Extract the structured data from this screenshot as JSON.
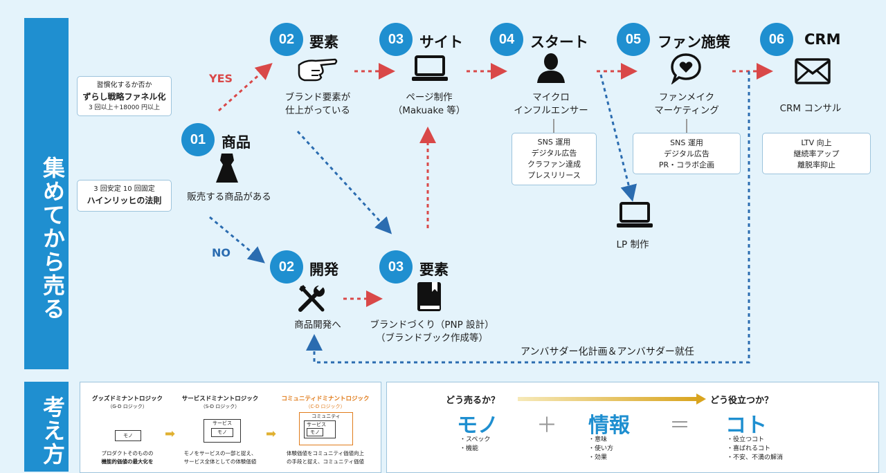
{
  "side": {
    "top": "集めてから売る",
    "bottom": "考え方"
  },
  "left_boxes": {
    "box1": {
      "small": "習慣化するか否か",
      "bold": "ずらし戦略ファネル化",
      "tiny": "3 回以上＋18000 円以上"
    },
    "box2": {
      "small": "3 回安定 10 回固定",
      "bold": "ハインリッヒの法則"
    }
  },
  "nodes": {
    "n01": {
      "num": "01",
      "title": "商品",
      "caption": "販売する商品がある",
      "icon": "dress-icon"
    },
    "n02a": {
      "num": "02",
      "title": "要素",
      "caption1": "ブランド要素が",
      "caption2": "仕上がっている",
      "icon": "pointing-hand-icon"
    },
    "n03a": {
      "num": "03",
      "title": "サイト",
      "caption1": "ページ制作",
      "caption2": "（Makuake 等）",
      "icon": "laptop-icon"
    },
    "n04": {
      "num": "04",
      "title": "スタート",
      "caption1": "マイクロ",
      "caption2": "インフルエンサー",
      "icon": "person-icon"
    },
    "n05": {
      "num": "05",
      "title": "ファン施策",
      "caption1": "ファンメイク",
      "caption2": "マーケティング",
      "icon": "heart-bubble-icon"
    },
    "n06": {
      "num": "06",
      "title": "CRM",
      "caption": "CRM コンサル",
      "icon": "mail-icon"
    },
    "n02b": {
      "num": "02",
      "title": "開発",
      "caption": "商品開発へ",
      "icon": "tools-icon"
    },
    "n03b": {
      "num": "03",
      "title": "要素",
      "caption1": "ブランドづくり（PNP 設計）",
      "caption2": "（ブランドブック作成等）",
      "icon": "book-icon"
    },
    "lp": {
      "caption": "LP 制作",
      "icon": "laptop-icon"
    }
  },
  "info_boxes": {
    "b04": [
      "SNS 運用",
      "デジタル広告",
      "クラファン達成",
      "プレスリリース"
    ],
    "b05": [
      "SNS 運用",
      "デジタル広告",
      "PR・コラボ企画"
    ],
    "b06": [
      "LTV 向上",
      "継続率アップ",
      "離脱率抑止"
    ]
  },
  "labels": {
    "yes": "YES",
    "no": "NO",
    "ambassador": "アンバサダー化計画＆アンバサダー就任"
  },
  "bottom_left": {
    "col1": {
      "title": "グッズドミナントロジック",
      "sub": "（G-D ロジック）",
      "box": "モノ",
      "t1": "プロダクトそのものの",
      "t2": "機能的価値の最大化を"
    },
    "col2": {
      "title": "サービスドミナントロジック",
      "sub": "（S-D ロジック）",
      "outer": "サービス",
      "inner": "モノ",
      "t1": "モノをサービスの一部と捉え、",
      "t2": "サービス全体としての体験価値"
    },
    "col3": {
      "title": "コミュニティドミナントロジック",
      "sub": "（C-D ロジック）",
      "outer": "コミュニティ",
      "mid": "サービス",
      "inner": "モノ",
      "t1": "体験価値をコミュニティ価値向上",
      "t2": "の手段と捉え、コミュニティ価値"
    }
  },
  "bottom_right": {
    "q1": "どう売るか？",
    "q2": "どう役立つか？",
    "w1": "モノ",
    "plus": "＋",
    "w2": "情報",
    "eq": "＝",
    "w3": "コト",
    "l1": [
      "・スペック",
      "・機能"
    ],
    "l2": [
      "・意味",
      "・使い方",
      "・効果"
    ],
    "l3": [
      "・役立つコト",
      "・喜ばれるコト",
      "・不安、不満の解消"
    ]
  },
  "colors": {
    "accent": "#1f8fd0",
    "arrow_red": "#d94848",
    "arrow_blue": "#2b6cb0",
    "orange": "#e07b1a",
    "gold": "#e0b030"
  }
}
